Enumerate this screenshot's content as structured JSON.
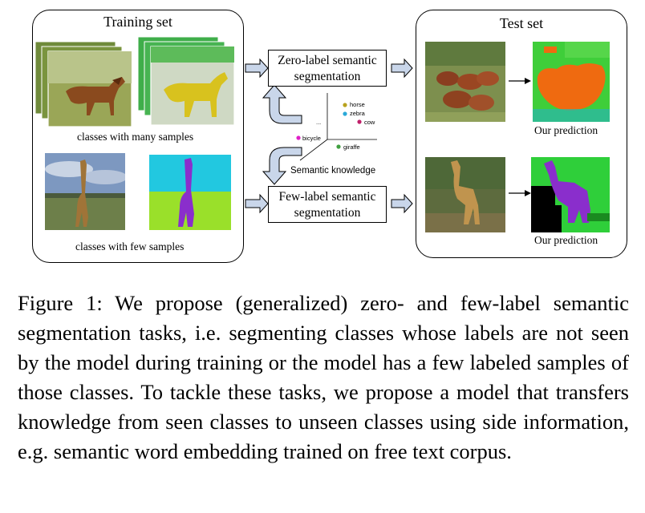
{
  "training": {
    "title": "Training set",
    "many_label": "classes  with many samples",
    "few_label": "classes with few samples"
  },
  "test": {
    "title": "Test set",
    "prediction_top": "Our prediction",
    "prediction_bottom": "Our prediction"
  },
  "boxes": {
    "zero_label": "Zero-label  semantic segmentation",
    "few_label": "Few-label  semantic segmentation"
  },
  "embedding": {
    "title": "Semantic knowledge",
    "ellipsis": "...",
    "points": [
      {
        "label": "horse",
        "color": "#b8a21e"
      },
      {
        "label": "zebra",
        "color": "#2aa9d8"
      },
      {
        "label": "cow",
        "color": "#c0206a"
      },
      {
        "label": "bicycle",
        "color": "#e020c8"
      },
      {
        "label": "giraffe",
        "color": "#40a040"
      }
    ]
  },
  "caption": "Figure 1: We propose (generalized) zero- and few-label semantic segmentation tasks, i.e. segmenting classes whose labels are not seen by the model during training or the model has a few labeled samples of those classes. To tackle these tasks, we propose a model that transfers knowledge from seen classes to unseen classes using side information, e.g. semantic word embedding trained on free text corpus."
}
